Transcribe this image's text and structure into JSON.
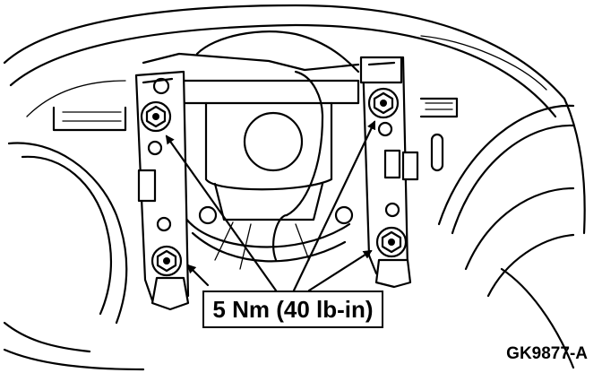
{
  "callout": {
    "text": "5 Nm (40 lb-in)"
  },
  "figure": {
    "ref_code": "GK9877-A"
  },
  "fasteners": [
    "upper-left-nut",
    "lower-left-nut",
    "upper-right-nut",
    "lower-right-nut"
  ],
  "colors": {
    "line": "#000000",
    "background": "#ffffff"
  }
}
